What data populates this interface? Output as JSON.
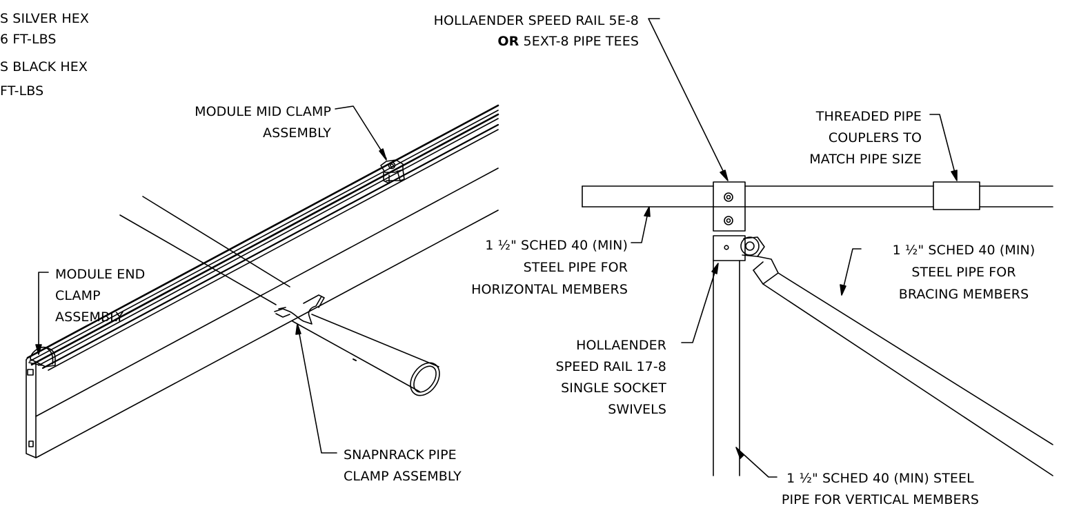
{
  "torque_notes": {
    "line1": "S SILVER HEX",
    "line2": "6 FT-LBS",
    "line3": "S BLACK HEX",
    "line4": "FT-LBS"
  },
  "callouts": {
    "mid_clamp": [
      "MODULE MID CLAMP",
      "ASSEMBLY"
    ],
    "end_clamp": [
      "MODULE END",
      "CLAMP",
      "ASSEMBLY"
    ],
    "pipe_clamp": [
      "SNAPNRACK PIPE",
      "CLAMP ASSEMBLY"
    ],
    "speed_rail_tee": {
      "line1": "HOLLAENDER SPEED RAIL 5E-8",
      "line2_bold": "OR",
      "line2_rest": " 5EXT-8 PIPE TEES"
    },
    "couplers": [
      "THREADED PIPE",
      "COUPLERS TO",
      "MATCH PIPE SIZE"
    ],
    "horizontal_pipe": [
      "1 ½\" SCHED 40 (MIN)",
      "STEEL PIPE FOR",
      "HORIZONTAL MEMBERS"
    ],
    "bracing_pipe": [
      "1 ½\" SCHED 40 (MIN)",
      "STEEL PIPE FOR",
      "BRACING MEMBERS"
    ],
    "swivels": [
      "HOLLAENDER",
      "SPEED RAIL 17-8",
      "SINGLE SOCKET",
      "SWIVELS"
    ],
    "vertical_pipe": [
      "1 ½\" SCHED 40 (MIN) STEEL",
      "PIPE FOR VERTICAL MEMBERS"
    ]
  }
}
